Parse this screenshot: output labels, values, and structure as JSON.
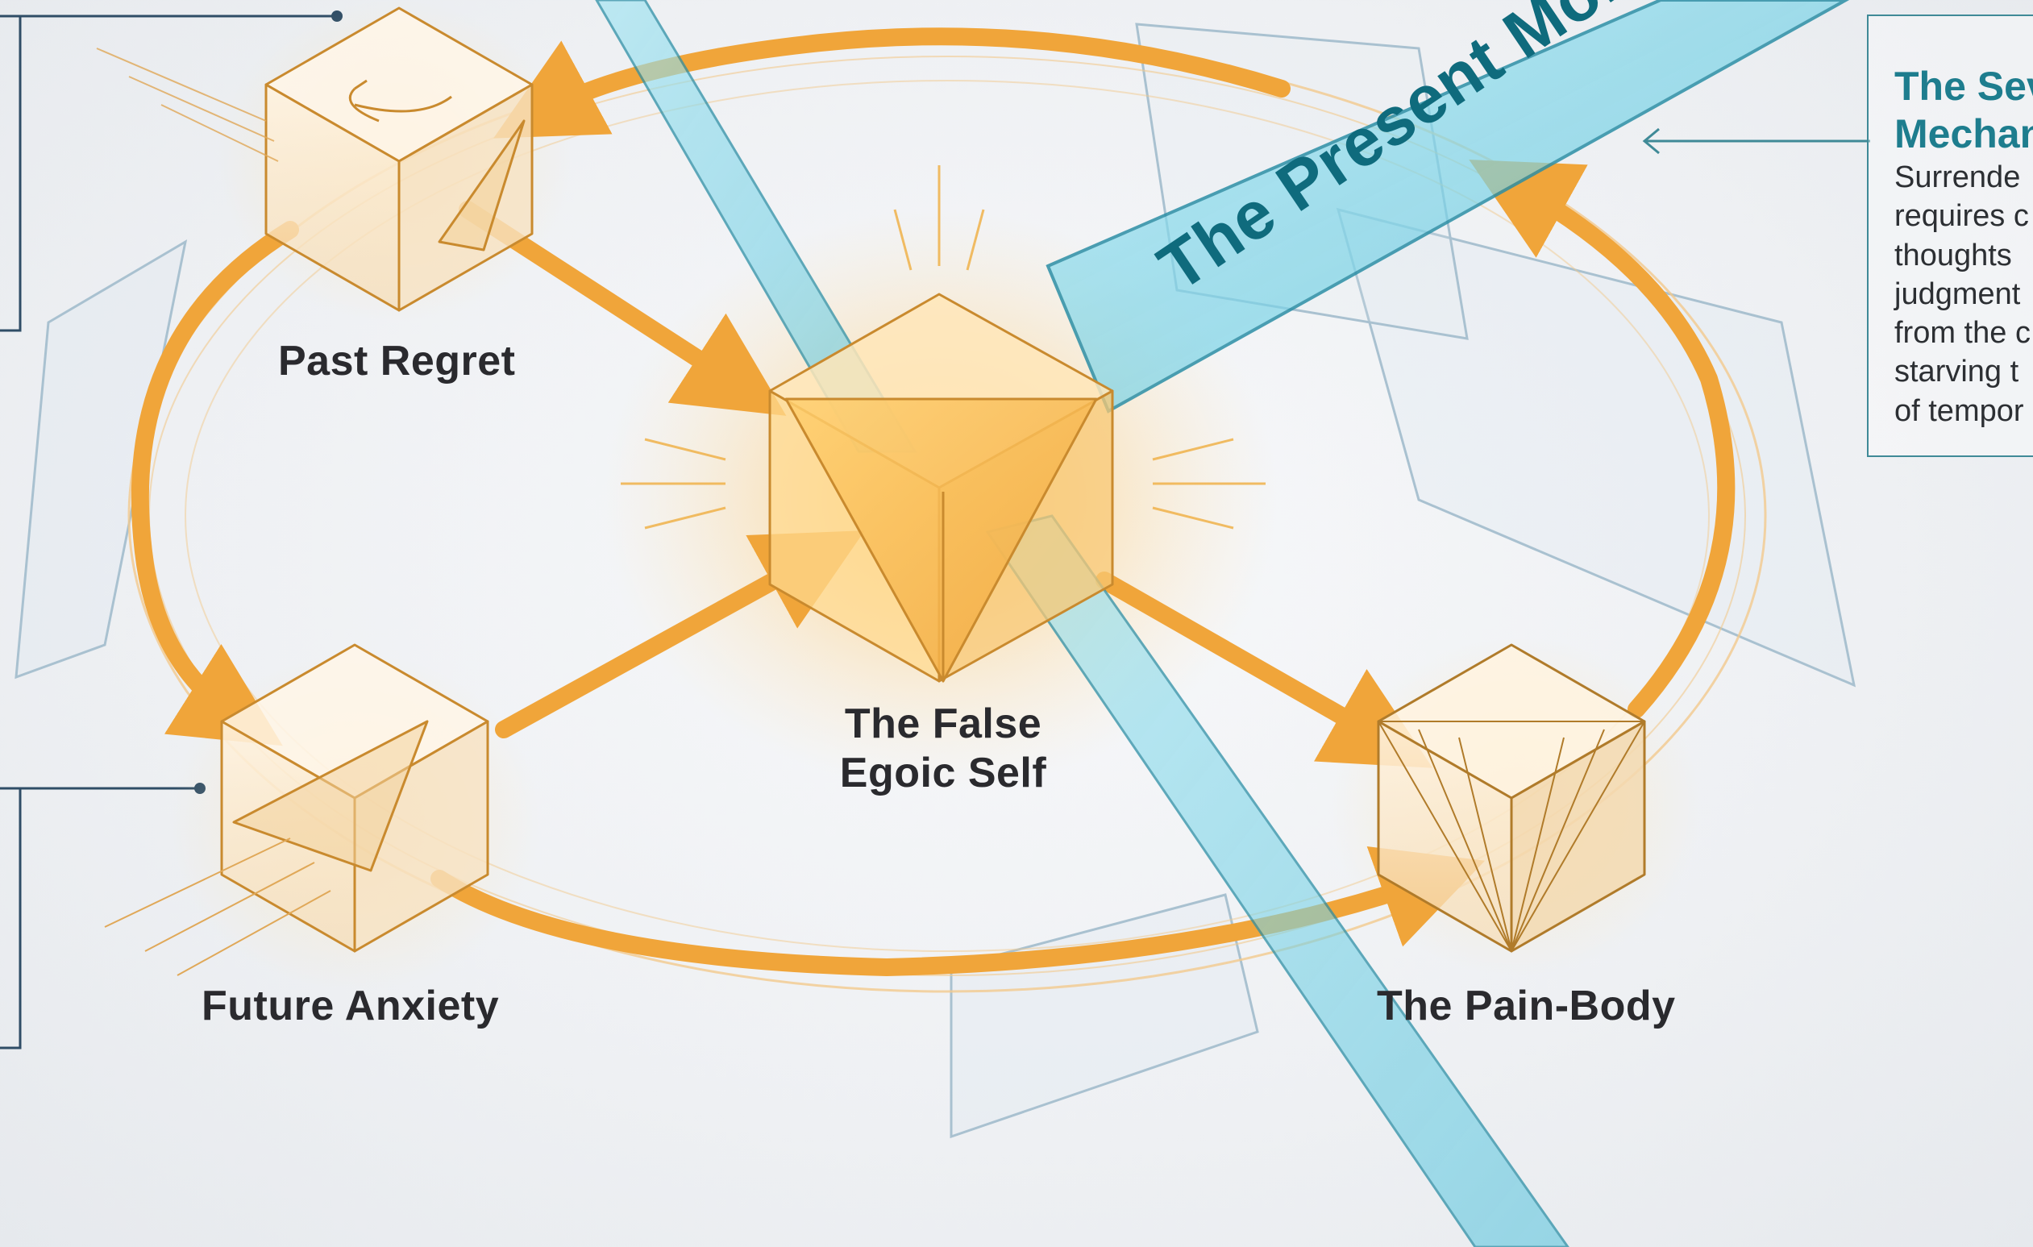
{
  "nodes": {
    "past_regret": "Past Regret",
    "future_anxiety": "Future Anxiety",
    "false_egoic_self": "The False\nEgoic Self",
    "pain_body": "The Pain-Body"
  },
  "beam": {
    "label": "The Present Mome"
  },
  "callout": {
    "title": "The Sev\nMechan",
    "body": "Surrende\nrequires c\nthoughts\njudgment\nfrom the c\nstarving t\nof tempor"
  },
  "colors": {
    "amber": "#f0a53a",
    "amber_dark": "#c98a2e",
    "beam": "#7fd3e6",
    "beam_edge": "#2c8fa6",
    "leader_line": "#2f4d66",
    "callout_border": "#3f8a97"
  }
}
